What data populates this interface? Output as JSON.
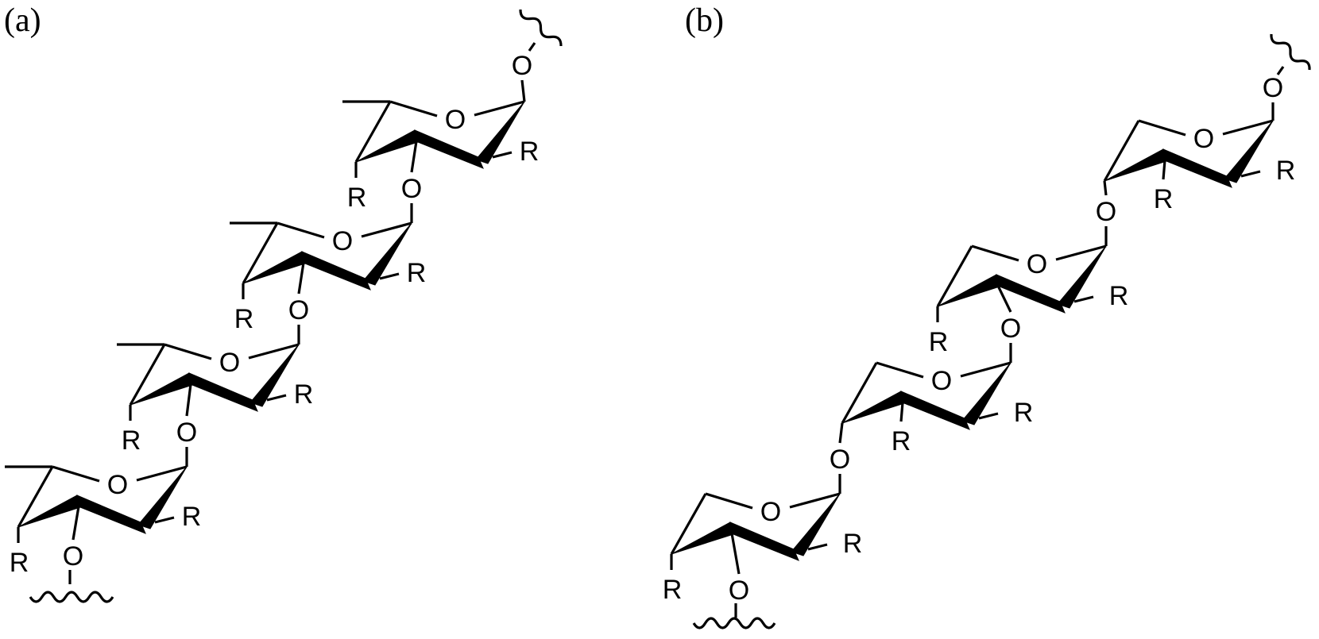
{
  "panels": [
    {
      "label": "(a)"
    },
    {
      "label": "(b)"
    }
  ],
  "atoms": {
    "oxygen": "O",
    "substituent": "R"
  },
  "colors": {
    "ink": "#000000",
    "background": "#ffffff"
  }
}
